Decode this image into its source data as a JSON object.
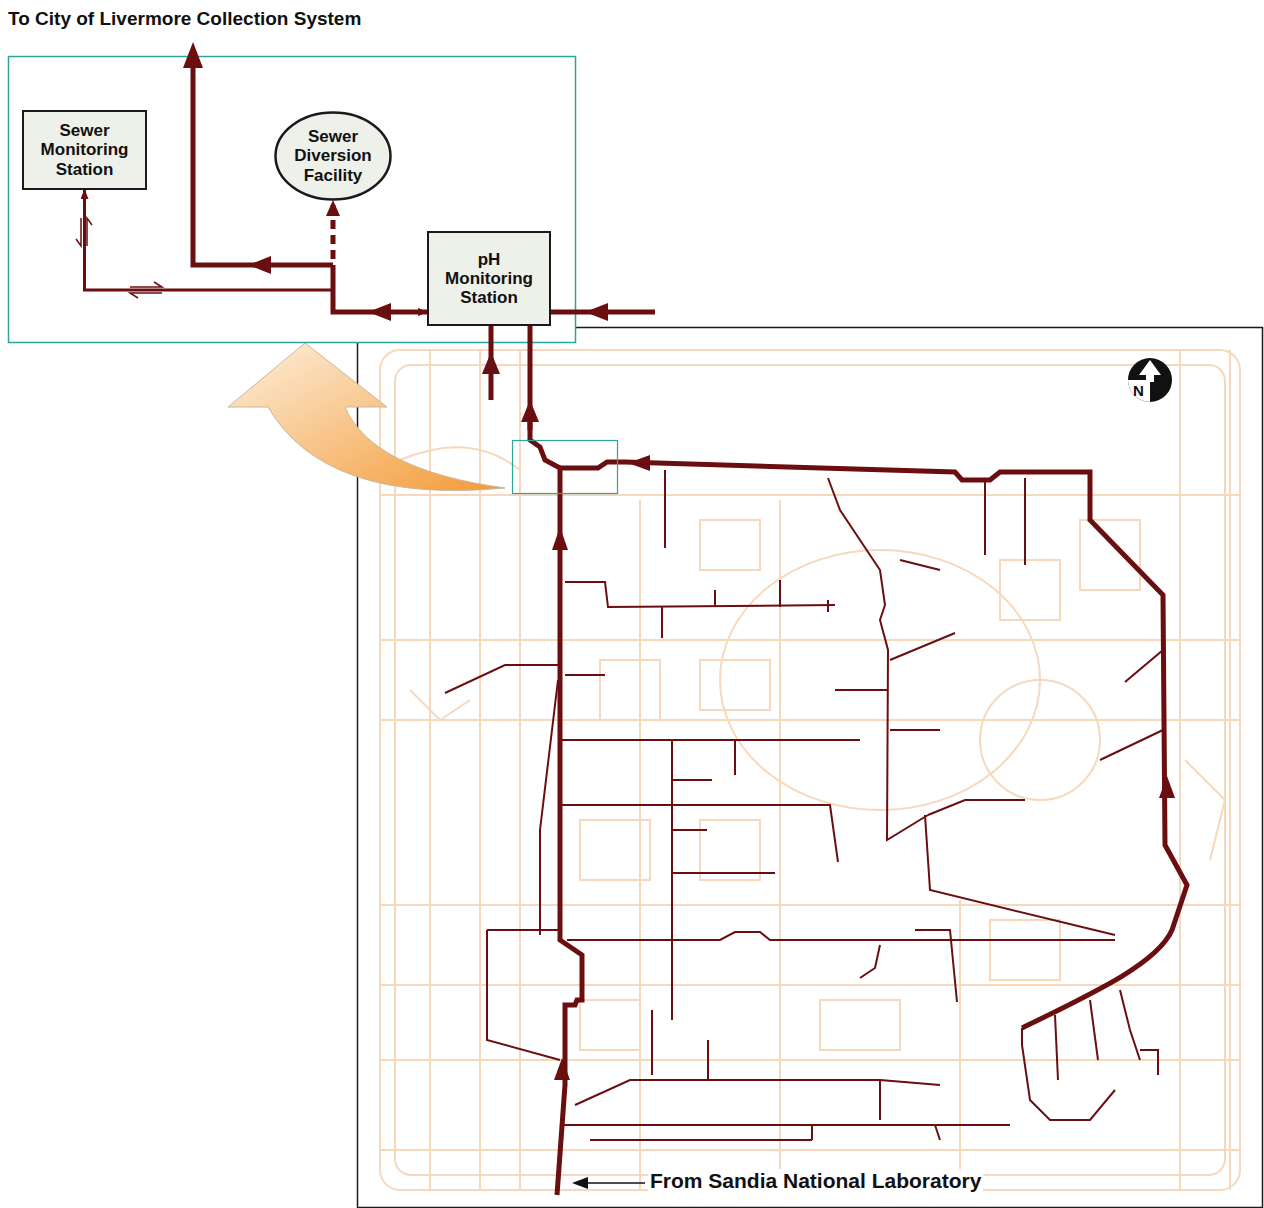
{
  "diagram": {
    "nodes": [
      {
        "text": [
          "Sewer Monitoring Station"
        ]
      },
      {
        "text": [
          "Sewer Diversion Facility"
        ]
      },
      {
        "text": [
          "pH Monitoring Station"
        ]
      }
    ],
    "edges": [
      {
        "from": 2,
        "to": 1,
        "arrow": "to"
      },
      {
        "from": 2,
        "to": 0,
        "arrow": "both"
      }
    ],
    "labels": [
      "To City of Livermore Collection System",
      "From Sandia National Laboratory",
      "N"
    ]
  }
}
